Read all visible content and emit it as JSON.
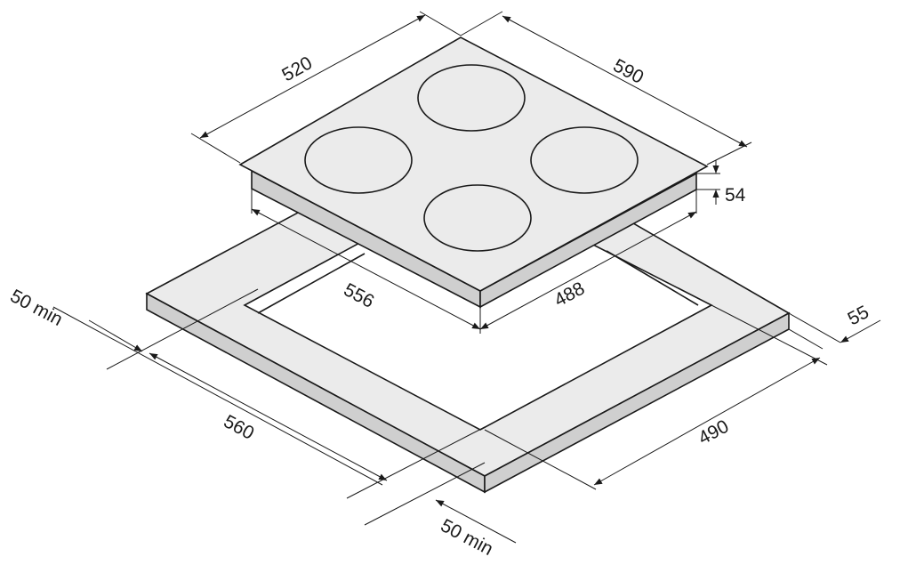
{
  "title": "Built-in hob installation dimensions",
  "dimensions": {
    "hob_depth": "520",
    "hob_width": "590",
    "hob_height": "54",
    "cutout_depth_hob": "556",
    "cutout_width_hob": "488",
    "countertop_thickness": "55",
    "cutout_depth": "560",
    "cutout_width": "490",
    "min_clearance_left": "50 min",
    "min_clearance_front": "50 min"
  },
  "colors": {
    "top": "#ebebeb",
    "side": "#cfcfcf",
    "line": "#1a1a1a"
  }
}
